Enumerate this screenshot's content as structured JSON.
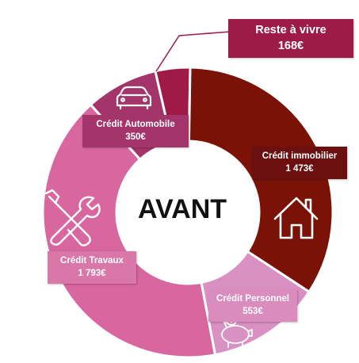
{
  "chart_data": {
    "type": "donut",
    "center_label": "AVANT",
    "slices": [
      {
        "name": "Reste à vivre",
        "value": 168,
        "label": "168€",
        "color": "#a01a48"
      },
      {
        "name": "Crédit immobilier",
        "value": 1473,
        "label": "1 473€",
        "color": "#7a1208"
      },
      {
        "name": "Crédit Personnel",
        "value": 553,
        "label": "553€",
        "color": "#d990c2"
      },
      {
        "name": "Crédit Travaux",
        "value": 1793,
        "label": "1 793€",
        "color": "#d8679f"
      },
      {
        "name": "Crédit Automobile",
        "value": 350,
        "label": "350€",
        "color": "#a3356b"
      }
    ]
  },
  "icons": {
    "automobile": "car-icon",
    "immobilier": "house-icon",
    "travaux": "tools-icon",
    "personnel": "piggy-bank-icon"
  },
  "colors": {
    "reste_label_bg": "#9e1a47",
    "leader_line": "#a01a48"
  }
}
